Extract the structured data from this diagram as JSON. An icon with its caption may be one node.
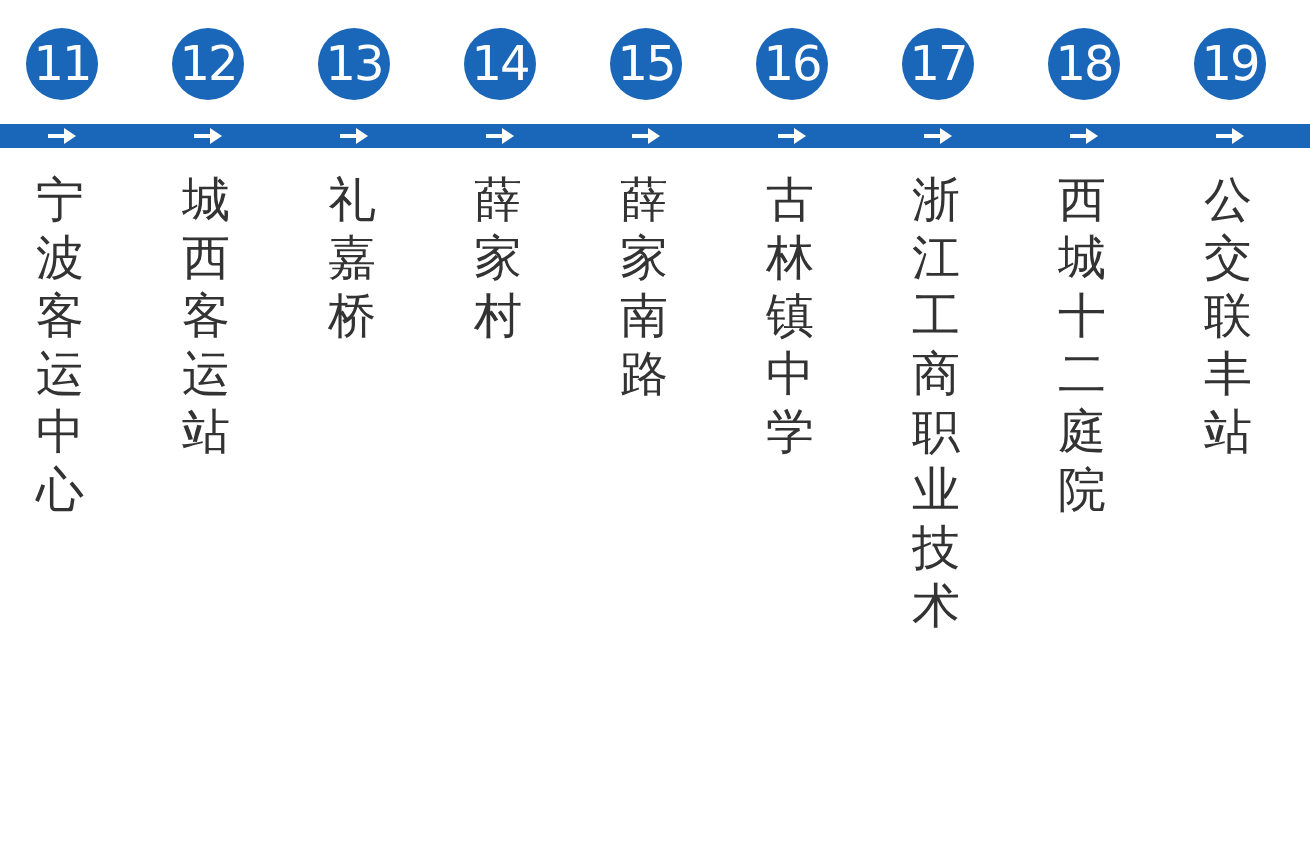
{
  "diagram": {
    "nodes": [
      {
        "text": [
          "11",
          "宁波客运中心"
        ]
      },
      {
        "text": [
          "12",
          "城西客运站"
        ]
      },
      {
        "text": [
          "13",
          "礼嘉桥"
        ]
      },
      {
        "text": [
          "14",
          "薛家村"
        ]
      },
      {
        "text": [
          "15",
          "薛家南路"
        ]
      },
      {
        "text": [
          "16",
          "古林镇中学"
        ]
      },
      {
        "text": [
          "17",
          "浙江工商职业技术"
        ]
      },
      {
        "text": [
          "18",
          "西城十二庭院"
        ]
      },
      {
        "text": [
          "19",
          "公交联丰站"
        ]
      }
    ],
    "edges": []
  }
}
